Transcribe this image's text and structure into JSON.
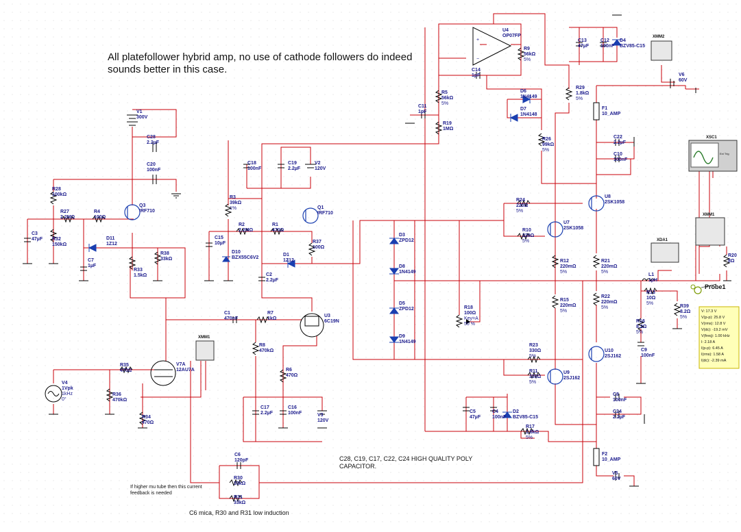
{
  "title_note": "All platefollower hybrid amp, no use of cathode followers do indeed sounds better in this case.",
  "notes": {
    "poly": "C28, C19, C17, C22, C24 HIGH QUALITY POLY CAPACITOR.",
    "mica": "C6 mica, R30 and R31 low induction",
    "feedback": "If higher mu tube then this current feedback is needed"
  },
  "components": {
    "V1": {
      "name": "V1",
      "value": "300V"
    },
    "C28": {
      "name": "C28",
      "value": "2.2µF"
    },
    "C20": {
      "name": "C20",
      "value": "100nF"
    },
    "R28": {
      "name": "R28",
      "value": "100kΩ"
    },
    "R27": {
      "name": "R27",
      "value": "2.2MΩ"
    },
    "R4": {
      "name": "R4",
      "value": "100Ω"
    },
    "Q3": {
      "name": "Q3",
      "value": "IRF710"
    },
    "C3": {
      "name": "C3",
      "value": "47µF"
    },
    "R32": {
      "name": "R32",
      "value": "150kΩ"
    },
    "D11": {
      "name": "D11",
      "value": "1Z12"
    },
    "C7": {
      "name": "C7",
      "value": "1µF"
    },
    "R33": {
      "name": "R33",
      "value": "1.5kΩ"
    },
    "R38": {
      "name": "R38",
      "value": "33kΩ"
    },
    "C18": {
      "name": "C18",
      "value": "100nF"
    },
    "C19": {
      "name": "C19",
      "value": "2.2µF"
    },
    "V2": {
      "name": "V2",
      "value": "120V"
    },
    "R3": {
      "name": "R3",
      "value": "39kΩ",
      "tol": "1%"
    },
    "R2": {
      "name": "R2",
      "value": "2.2MΩ"
    },
    "R1": {
      "name": "R1",
      "value": "470Ω"
    },
    "Q1": {
      "name": "Q1",
      "value": "IRF710"
    },
    "C15": {
      "name": "C15",
      "value": "10µF"
    },
    "D10": {
      "name": "D10",
      "value": "BZX55C6V2"
    },
    "D1": {
      "name": "D1",
      "value": "1Z12"
    },
    "R37": {
      "name": "R37",
      "value": "100Ω"
    },
    "C2": {
      "name": "C2",
      "value": "2.2µF"
    },
    "C1": {
      "name": "C1",
      "value": "470nF"
    },
    "R7": {
      "name": "R7",
      "value": "1kΩ"
    },
    "U3": {
      "name": "U3",
      "value": "6C19N"
    },
    "R8": {
      "name": "R8",
      "value": "470kΩ"
    },
    "R6": {
      "name": "R6",
      "value": "470Ω"
    },
    "C17": {
      "name": "C17",
      "value": "2.2µF"
    },
    "C16": {
      "name": "C16",
      "value": "100nF"
    },
    "V3": {
      "name": "V3",
      "value": "120V"
    },
    "V4": {
      "name": "V4",
      "value": "1Vpk",
      "freq": "1kHz",
      "phase": "0°"
    },
    "R35": {
      "name": "R35",
      "value": "470Ω"
    },
    "R36": {
      "name": "R36",
      "value": "470kΩ"
    },
    "V7A": {
      "name": "V7A",
      "value": "12AU7A"
    },
    "R34": {
      "name": "R34",
      "value": "470Ω"
    },
    "C6": {
      "name": "C6",
      "value": "120pF"
    },
    "R30": {
      "name": "R30",
      "value": "33kΩ"
    },
    "R31": {
      "name": "R31",
      "value": "33kΩ"
    },
    "U4": {
      "name": "U4",
      "value": "OP07FP"
    },
    "R9": {
      "name": "R9",
      "value": "56kΩ",
      "tol": "5%"
    },
    "R5": {
      "name": "R5",
      "value": "56kΩ",
      "tol": "5%"
    },
    "C14": {
      "name": "C14",
      "value": "1pF"
    },
    "C11": {
      "name": "C11",
      "value": "1pF"
    },
    "R19": {
      "name": "R19",
      "value": "1MΩ"
    },
    "D6": {
      "name": "D6",
      "value": "1N4149"
    },
    "D7": {
      "name": "D7",
      "value": "1N4148"
    },
    "R26": {
      "name": "R26",
      "value": "99kΩ",
      "tol": "5%"
    },
    "C13": {
      "name": "C13",
      "value": "47µF"
    },
    "C12": {
      "name": "C12",
      "value": "100nF"
    },
    "D4": {
      "name": "D4",
      "value": "BZV85-C15"
    },
    "R29": {
      "name": "R29",
      "value": "1.8kΩ",
      "tol": "5%"
    },
    "F1": {
      "name": "F1",
      "value": "10_AMP"
    },
    "C22": {
      "name": "C22",
      "value": "2.2µF"
    },
    "C10": {
      "name": "C10",
      "value": "100nF"
    },
    "U8": {
      "name": "U8",
      "value": "2SK1058"
    },
    "R24": {
      "name": "R24",
      "value": "220Ω",
      "tol": "5%"
    },
    "R10": {
      "name": "R10",
      "value": "220Ω",
      "tol": "5%"
    },
    "U7": {
      "name": "U7",
      "value": "2SK1058"
    },
    "D3": {
      "name": "D3",
      "value": "ZPD12"
    },
    "D8": {
      "name": "D8",
      "value": "1N4149"
    },
    "D5": {
      "name": "D5",
      "value": "ZPD12"
    },
    "D9": {
      "name": "D9",
      "value": "1N4149"
    },
    "R18": {
      "name": "R18",
      "value": "100Ω",
      "key": "Key=A",
      "pct": "50 %"
    },
    "R12": {
      "name": "R12",
      "value": "220mΩ",
      "tol": "5%"
    },
    "R21": {
      "name": "R21",
      "value": "220mΩ",
      "tol": "5%"
    },
    "R15": {
      "name": "R15",
      "value": "220mΩ",
      "tol": "5%"
    },
    "R22": {
      "name": "R22",
      "value": "220mΩ",
      "tol": "5%"
    },
    "L1": {
      "name": "L1",
      "value": "1µH"
    },
    "R13": {
      "name": "R13",
      "value": "10Ω",
      "tol": "5%"
    },
    "R39": {
      "name": "R39",
      "value": "8.2Ω",
      "tol": "5%"
    },
    "R16": {
      "name": "R16",
      "value": "8.2Ω",
      "tol": "5%"
    },
    "C9": {
      "name": "C9",
      "value": "100nF"
    },
    "R23": {
      "name": "R23",
      "value": "330Ω",
      "tol": "5%"
    },
    "R11": {
      "name": "R11",
      "value": "330Ω",
      "tol": "5%"
    },
    "U10": {
      "name": "U10",
      "value": "2SJ162"
    },
    "U9": {
      "name": "U9",
      "value": "2SJ162"
    },
    "C5": {
      "name": "C5",
      "value": "47µF"
    },
    "C4": {
      "name": "C4",
      "value": "100nF"
    },
    "D2": {
      "name": "D2",
      "value": "BZV85-C15"
    },
    "R17": {
      "name": "R17",
      "value": "1.8kΩ",
      "tol": "5%"
    },
    "C8": {
      "name": "C8",
      "value": "100nF"
    },
    "C24": {
      "name": "C24",
      "value": "2.2µF"
    },
    "F2": {
      "name": "F2",
      "value": "10_AMP"
    },
    "V5": {
      "name": "V5",
      "value": "60V"
    },
    "V6": {
      "name": "V6",
      "value": "60V"
    },
    "R20": {
      "name": "R20",
      "value": "8Ω"
    }
  },
  "instruments": {
    "XMM2": "XMM2",
    "XSC1": "XSC1",
    "XMM1": "XMM1",
    "XDA1": "XDA1",
    "XMM3": "XMM1",
    "probe": "Probe1",
    "scope_ext": "Ext Trig"
  },
  "probe_readout": [
    "V: 17.3 V",
    "V(p-p): 25.8 V",
    "V(rms): 12.8 V",
    "V(dc): -19.2 mV",
    "V(freq): 1.00 kHz",
    "I: 2.18 A",
    "I(p-p): 6.45 A",
    "I(rms): 1.58 A",
    "I(dc): -2.39 mA"
  ]
}
